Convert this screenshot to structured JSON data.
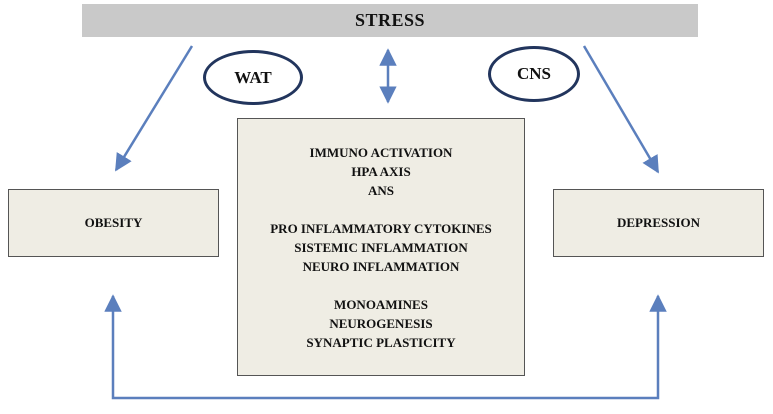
{
  "stress_label": "STRESS",
  "ovals": {
    "wat": "WAT",
    "cns": "CNS"
  },
  "left_box": "OBESITY",
  "right_box": "DEPRESSION",
  "center_groups": [
    [
      "IMMUNO ACTIVATION",
      "HPA AXIS",
      "ANS"
    ],
    [
      "PRO INFLAMMATORY CYTOKINES",
      "SISTEMIC INFLAMMATION",
      "NEURO INFLAMMATION"
    ],
    [
      "MONOAMINES",
      "NEUROGENESIS",
      "SYNAPTIC PLASTICITY"
    ]
  ],
  "colors": {
    "arrow": "#5b7fbd",
    "oval_border": "#22355d",
    "box_fill": "#efede4",
    "stress_bar": "#c9c9c9"
  }
}
